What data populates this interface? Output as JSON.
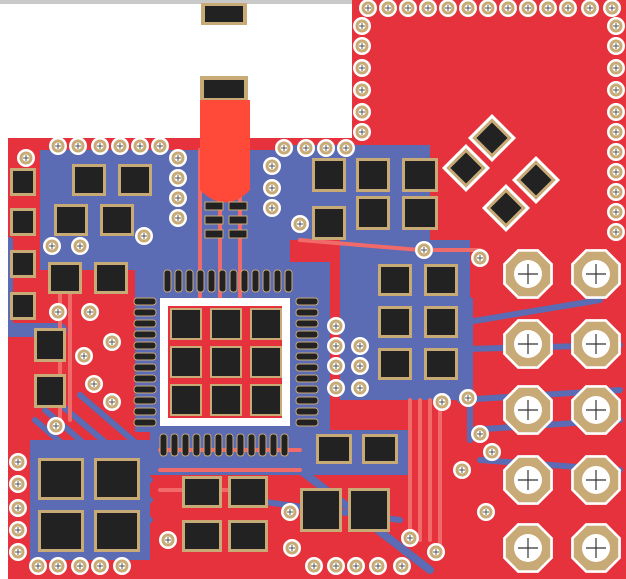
{
  "colors": {
    "background": "#ffffff",
    "top_copper": "#e5323c",
    "bottom_copper": "#5b6bb4",
    "pad_gold": "#c8aa76",
    "pad_dark": "#222222",
    "via_white": "#ffffff",
    "hot_trace": "#ff5533",
    "highlight_pad": "#ff4a3a",
    "outline_gray": "#c9c9c9"
  },
  "view": {
    "type": "pcb-layout-editor",
    "layers_visible": [
      "top-copper",
      "bottom-copper",
      "pads",
      "vias"
    ],
    "text_labels": []
  }
}
